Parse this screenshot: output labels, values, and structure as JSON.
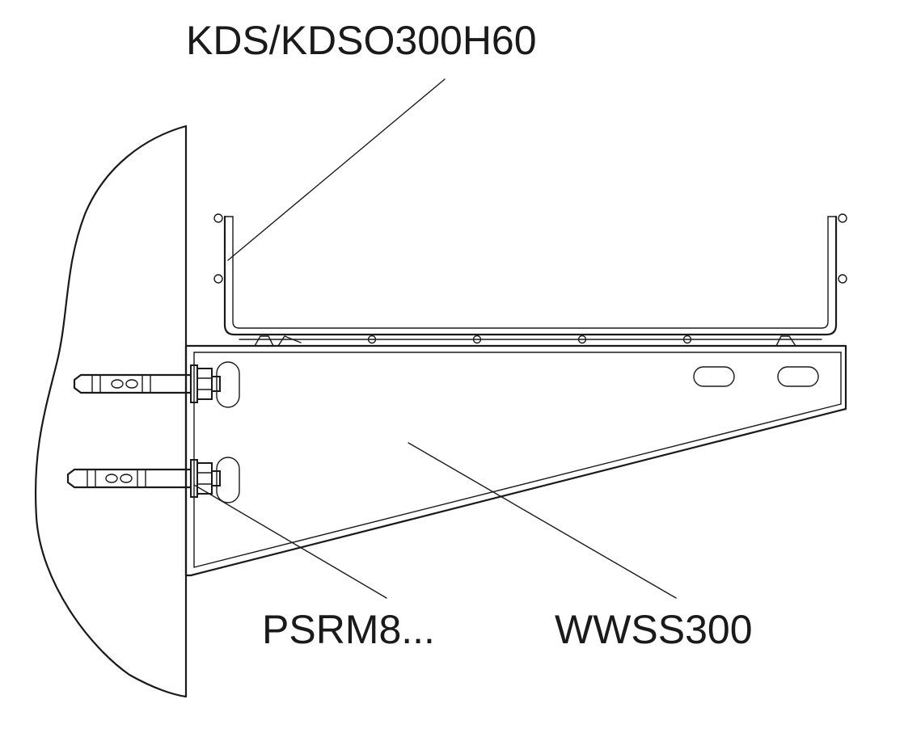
{
  "labels": {
    "cable_tray": "KDS/KDSO300H60",
    "anchor_bolt": "PSRM8...",
    "wall_bracket": "WWSS300"
  }
}
